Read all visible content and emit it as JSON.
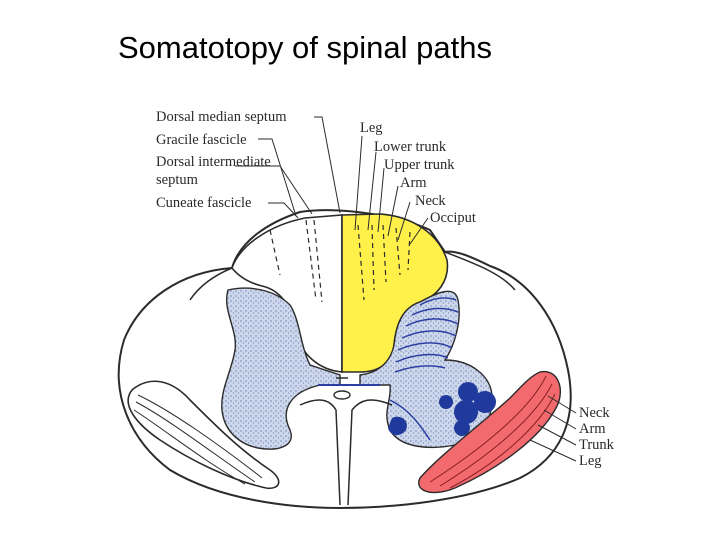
{
  "slide": {
    "title": "Somatotopy of spinal paths"
  },
  "labels": {
    "dorsal_median_septum": "Dorsal median septum",
    "gracile_fascicle": "Gracile fascicle",
    "dorsal_intermediate_line1": "Dorsal intermediate",
    "dorsal_intermediate_line2": "septum",
    "cuneate_fascicle": "Cuneate fascicle",
    "dorsal_leg": "Leg",
    "dorsal_lower_trunk": "Lower trunk",
    "dorsal_upper_trunk": "Upper trunk",
    "dorsal_arm": "Arm",
    "dorsal_neck": "Neck",
    "dorsal_occiput": "Occiput",
    "tract_neck": "Neck",
    "tract_arm": "Arm",
    "tract_trunk": "Trunk",
    "tract_leg": "Leg"
  },
  "colors": {
    "dorsal_column_highlight": "#fff04a",
    "lateral_tract_highlight": "#f26a6e",
    "gray_matter": "#c9d4ea",
    "nuclei": "#1f3a9c",
    "outline": "#2b2b2b",
    "laminae_lines": "#2b3fa3"
  }
}
